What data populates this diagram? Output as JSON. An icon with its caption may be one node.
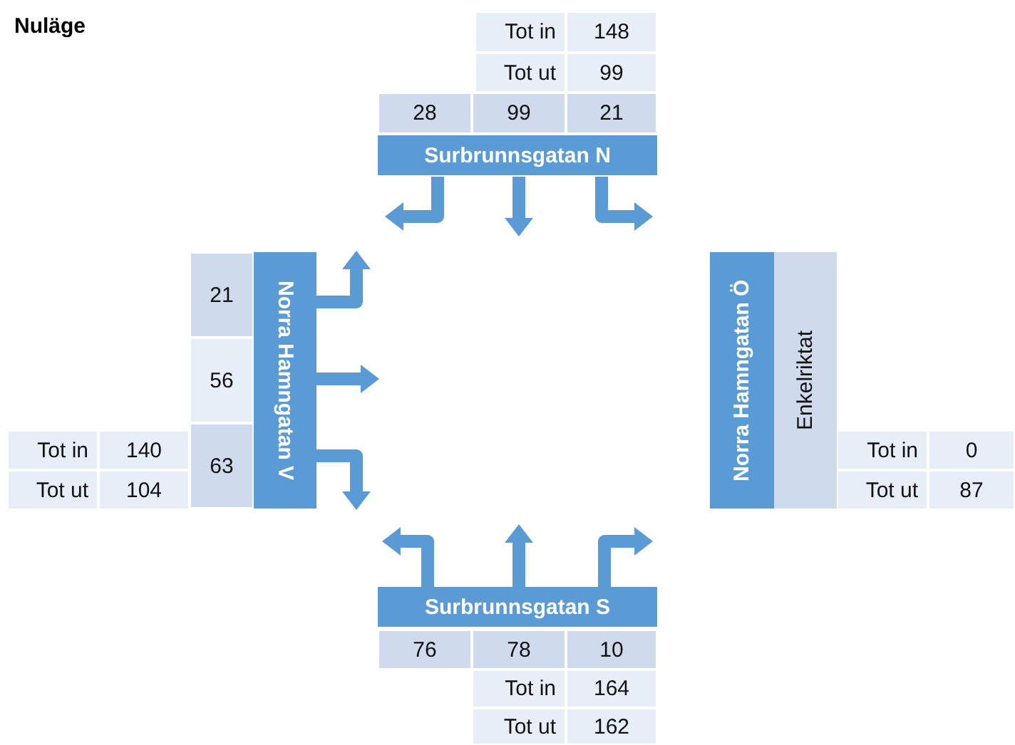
{
  "diagram": {
    "title": "Nuläge",
    "nodes": [
      {
        "text": [
          "Surbrunnsgatan N"
        ]
      },
      {
        "text": [
          "Norra Hamngatan V"
        ]
      },
      {
        "text": [
          "Norra Hamngatan Ö"
        ]
      },
      {
        "text": [
          "Enkelriktat"
        ]
      },
      {
        "text": [
          "Surbrunnsgatan S"
        ]
      }
    ],
    "labels": [
      "Tot in",
      "148",
      "Tot ut",
      "99",
      "28",
      "99",
      "21",
      "21",
      "56",
      "63",
      "Tot in",
      "140",
      "Tot ut",
      "104",
      "Tot in",
      "0",
      "Tot ut",
      "87",
      "76",
      "78",
      "10",
      "Tot in",
      "164",
      "Tot ut",
      "162"
    ]
  }
}
